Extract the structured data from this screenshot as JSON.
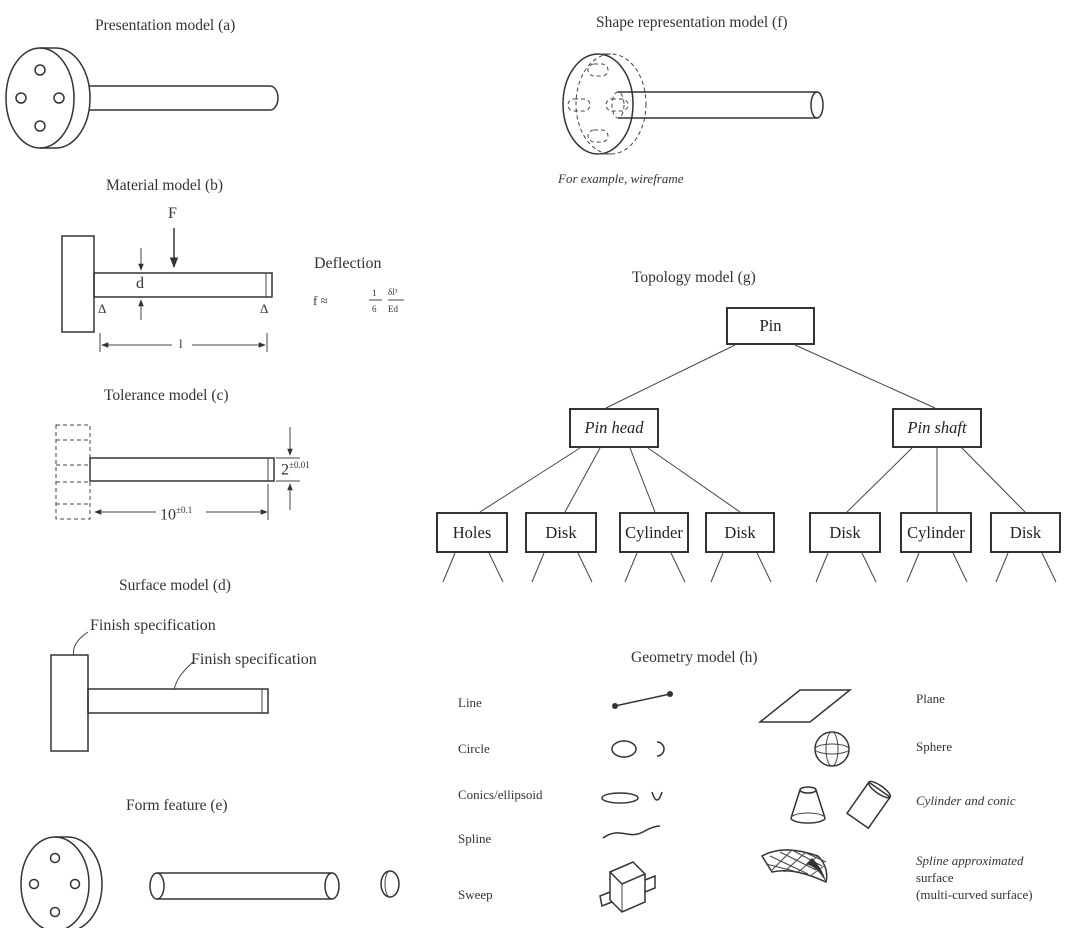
{
  "titles": {
    "a": "Presentation model (a)",
    "b": "Material model (b)",
    "c": "Tolerance model (c)",
    "d": "Surface model (d)",
    "e": "Form feature (e)",
    "f": "Shape representation model (f)",
    "g": "Topology model (g)",
    "h": "Geometry model (h)"
  },
  "material": {
    "force": "F",
    "d": "d",
    "delta_left": "Δ",
    "delta_right": "Δ",
    "length": "l",
    "deflection_label": "Deflection",
    "f_lhs": "f ≈",
    "frac1_num": "1",
    "frac1_den": "6",
    "frac2_num": "δl³",
    "frac2_den": "Ed"
  },
  "tolerance": {
    "diameter": "2",
    "diameter_tol": "±0.01",
    "length": "10",
    "length_tol": "±0.1"
  },
  "surface": {
    "finish1": "Finish specification",
    "finish2": "Finish specification"
  },
  "shape": {
    "caption": "For example, wireframe"
  },
  "topology": {
    "root": "Pin",
    "head": "Pin head",
    "shaft": "Pin shaft",
    "head_children": [
      "Holes",
      "Disk",
      "Cylinder",
      "Disk"
    ],
    "shaft_children": [
      "Disk",
      "Cylinder",
      "Disk"
    ]
  },
  "geometry": {
    "left": [
      "Line",
      "Circle",
      "Conics/ellipsoid",
      "Spline",
      "Sweep"
    ],
    "right": {
      "plane": "Plane",
      "sphere": "Sphere",
      "cyl": "Cylinder and conic",
      "spline_1": "Spline approximated",
      "spline_2": "surface",
      "spline_3": "(multi-curved surface)"
    }
  }
}
